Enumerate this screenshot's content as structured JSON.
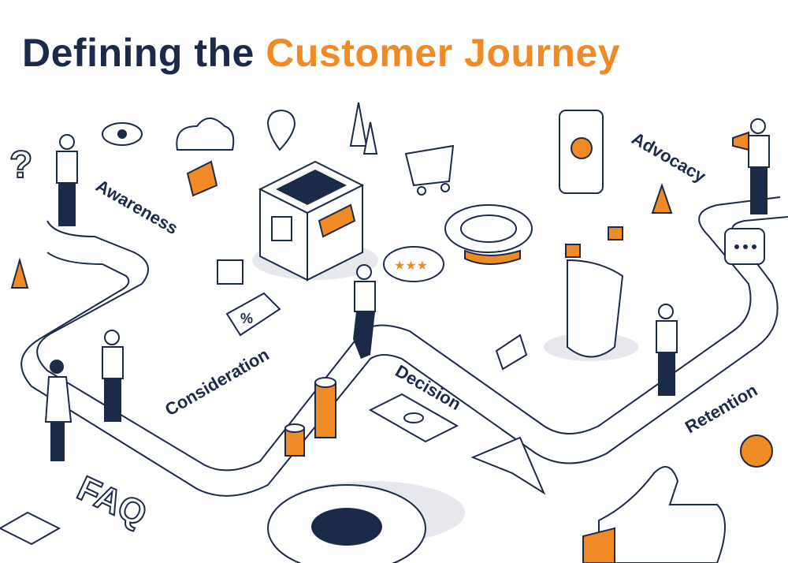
{
  "title": {
    "part1": "Defining the",
    "part2": "Customer Journey"
  },
  "colors": {
    "navy": "#1c2a4a",
    "orange": "#f08a24"
  },
  "stages": [
    "Awareness",
    "Consideration",
    "Decision",
    "Retention",
    "Advocacy"
  ],
  "labels": {
    "faq": "FAQ",
    "percent": "%"
  }
}
